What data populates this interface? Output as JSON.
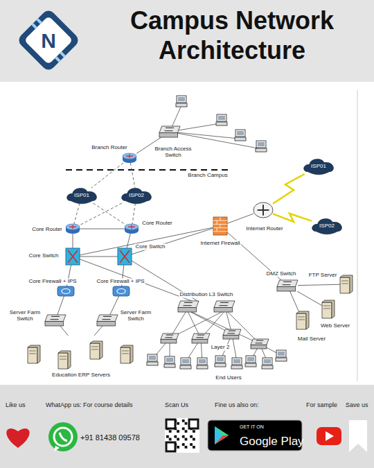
{
  "diagram": {
    "title": "Campus Network Architecture",
    "nodes": [
      {
        "text": [
          "Branch Router"
        ]
      },
      {
        "text": [
          "Branch Access Switch"
        ]
      },
      {
        "text": [
          "ISP01"
        ]
      },
      {
        "text": [
          "ISP02"
        ]
      },
      {
        "text": [
          "Core Router"
        ]
      },
      {
        "text": [
          "Core Router"
        ]
      },
      {
        "text": [
          "Core Switch"
        ]
      },
      {
        "text": [
          "Core Switch"
        ]
      },
      {
        "text": [
          "Internet Firewall"
        ]
      },
      {
        "text": [
          "Internet Router"
        ]
      },
      {
        "text": [
          "ISP01"
        ]
      },
      {
        "text": [
          "ISP02"
        ]
      },
      {
        "text": [
          "DMZ Switch"
        ]
      },
      {
        "text": [
          "FTP Server"
        ]
      },
      {
        "text": [
          "Web Server"
        ]
      },
      {
        "text": [
          "Mail Server"
        ]
      },
      {
        "text": [
          "Core Firewall + IPS"
        ]
      },
      {
        "text": [
          "Core Firewall + IPS"
        ]
      },
      {
        "text": [
          "Server Farm Switch"
        ]
      },
      {
        "text": [
          "Server Farm Switch"
        ]
      },
      {
        "text": [
          "Education ERP Servers"
        ]
      },
      {
        "text": [
          "Distribution L3 Switch"
        ]
      },
      {
        "text": [
          "GET IT ON",
          "Google Play"
        ]
      }
    ],
    "edges": [
      {
        "from": 0,
        "to": 1,
        "arrow": "none"
      },
      {
        "from": 0,
        "to": 2,
        "arrow": "none"
      },
      {
        "from": 0,
        "to": 3,
        "arrow": "none"
      },
      {
        "from": 2,
        "to": 4,
        "arrow": "none"
      },
      {
        "from": 2,
        "to": 5,
        "arrow": "none"
      },
      {
        "from": 3,
        "to": 4,
        "arrow": "none"
      },
      {
        "from": 3,
        "to": 5,
        "arrow": "none"
      },
      {
        "from": 4,
        "to": 5,
        "arrow": "none"
      },
      {
        "from": 4,
        "to": 6,
        "arrow": "none"
      },
      {
        "from": 5,
        "to": 7,
        "arrow": "none"
      },
      {
        "from": 6,
        "to": 7,
        "arrow": "none"
      },
      {
        "from": 6,
        "to": 8,
        "arrow": "none"
      },
      {
        "from": 7,
        "to": 8,
        "arrow": "none"
      },
      {
        "from": 8,
        "to": 9,
        "arrow": "none"
      },
      {
        "from": 9,
        "to": 10,
        "arrow": "none"
      },
      {
        "from": 9,
        "to": 11,
        "arrow": "none"
      },
      {
        "from": 8,
        "to": 12,
        "arrow": "none"
      },
      {
        "from": 12,
        "to": 13,
        "arrow": "none"
      },
      {
        "from": 12,
        "to": 14,
        "arrow": "none"
      },
      {
        "from": 12,
        "to": 15,
        "arrow": "none"
      },
      {
        "from": 6,
        "to": 16,
        "arrow": "none"
      },
      {
        "from": 7,
        "to": 17,
        "arrow": "none"
      },
      {
        "from": 16,
        "to": 18,
        "arrow": "none"
      },
      {
        "from": 17,
        "to": 19,
        "arrow": "none"
      },
      {
        "from": 18,
        "to": 20,
        "arrow": "none"
      },
      {
        "from": 19,
        "to": 20,
        "arrow": "none"
      },
      {
        "from": 6,
        "to": 21,
        "arrow": "none"
      },
      {
        "from": 7,
        "to": 21,
        "arrow": "none"
      }
    ],
    "labels": [
      "N",
      "Branch Campus",
      "Layer 2",
      "End Users",
      "Like us",
      "WhatApp us: For course details",
      "+91 81438 09578",
      "Scan Us",
      "Fine us also on:",
      "For sample",
      "Save us"
    ]
  }
}
